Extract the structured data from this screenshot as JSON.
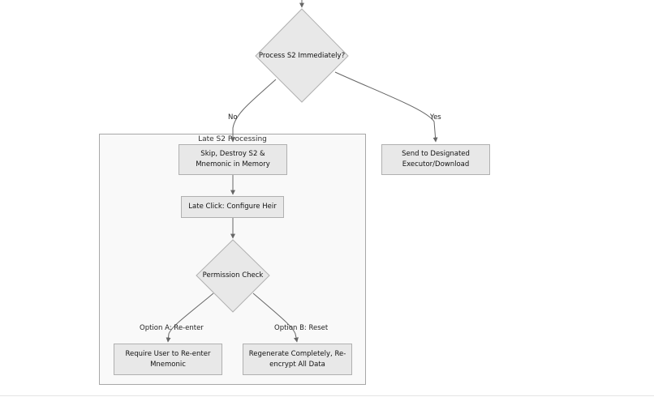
{
  "diagram": {
    "cluster": {
      "title": "Late S2 Processing"
    },
    "nodes": {
      "process_s2": "Process S2 Immediately?",
      "skip_destroy": "Skip, Destroy S2 & Mnemonic in Memory",
      "send_executor": "Send to Designated Executor/Download",
      "late_click": "Late Click: Configure Heir",
      "permission_check": "Permission Check",
      "require_reenter": "Require User to Re-enter Mnemonic",
      "regenerate": "Regenerate Completely, Re-encrypt All Data"
    },
    "edge_labels": {
      "no": "No",
      "yes": "Yes",
      "option_a": "Option A: Re-enter",
      "option_b": "Option B: Reset"
    },
    "colors": {
      "node_fill": "#e8e8e8",
      "node_stroke": "#b0b0b0",
      "edge": "#666666",
      "cluster_fill": "#f9f9f9"
    }
  }
}
